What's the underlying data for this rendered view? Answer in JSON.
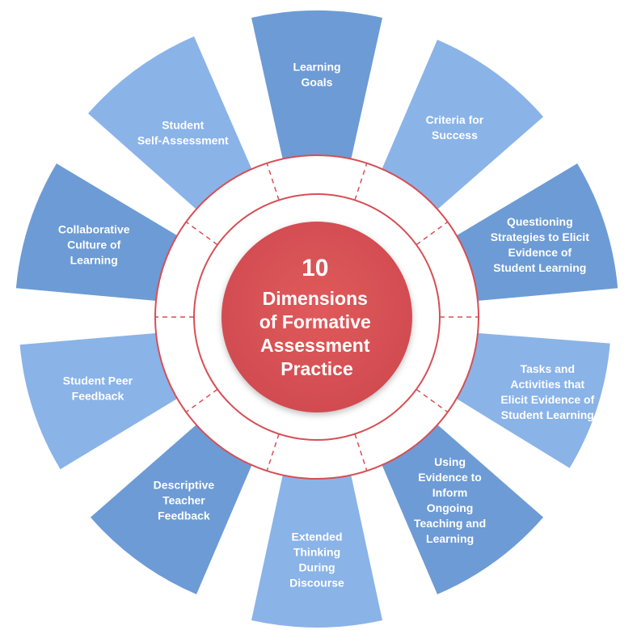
{
  "center": {
    "lines": [
      "10",
      "Dimensions",
      "of Formative",
      "Assessment",
      "Practice"
    ]
  },
  "segments": [
    {
      "id": "learning-goals",
      "lines": [
        "Learning",
        "Goals"
      ],
      "color": "#6d9bd5"
    },
    {
      "id": "criteria-for-success",
      "lines": [
        "Criteria for",
        "Success"
      ],
      "color": "#8ab3e8"
    },
    {
      "id": "questioning-strategies",
      "lines": [
        "Questioning",
        "Strategies to Elicit",
        "Evidence of",
        "Student Learning"
      ],
      "color": "#6d9bd5"
    },
    {
      "id": "tasks-and-activities",
      "lines": [
        "Tasks and",
        "Activities that",
        "Elicit Evidence of",
        "Student Learning"
      ],
      "color": "#8ab3e8"
    },
    {
      "id": "using-evidence",
      "lines": [
        "Using",
        "Evidence to",
        "Inform",
        "Ongoing",
        "Teaching and",
        "Learning"
      ],
      "color": "#6d9bd5"
    },
    {
      "id": "extended-thinking",
      "lines": [
        "Extended",
        "Thinking",
        "During",
        "Discourse"
      ],
      "color": "#8ab3e8"
    },
    {
      "id": "descriptive-teacher-feedback",
      "lines": [
        "Descriptive",
        "Teacher",
        "Feedback"
      ],
      "color": "#6d9bd5"
    },
    {
      "id": "student-peer-feedback",
      "lines": [
        "Student Peer",
        "Feedback"
      ],
      "color": "#8ab3e8"
    },
    {
      "id": "collaborative-culture",
      "lines": [
        "Collaborative",
        "Culture of",
        "Learning"
      ],
      "color": "#6d9bd5"
    },
    {
      "id": "student-self-assessment",
      "lines": [
        "Student",
        "Self-Assessment"
      ],
      "color": "#8ab3e8"
    }
  ],
  "colors": {
    "ring": "#d64f55",
    "center_fill": "#dc5457",
    "segment_dark": "#6d9bd5",
    "segment_light": "#8ab3e8",
    "text": "#ffffff"
  }
}
